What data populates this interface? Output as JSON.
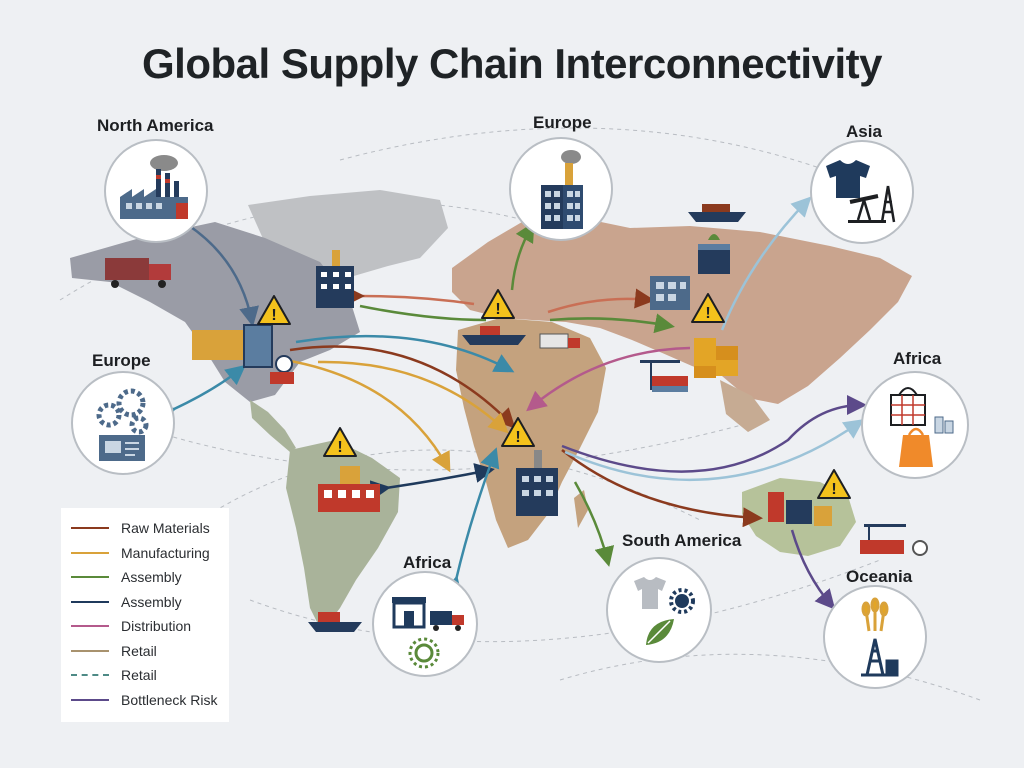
{
  "title": "Global Supply Chain Interconnectivity",
  "regions": {
    "north_america": "North America",
    "europe_top": "Europe",
    "asia": "Asia",
    "europe_left": "Europe",
    "africa_right": "Africa",
    "africa_bottom": "Africa",
    "south_america": "South America",
    "oceania": "Oceania"
  },
  "legend": [
    {
      "label": "Raw Materials",
      "color": "#8b3a1e",
      "style": "solid"
    },
    {
      "label": "Manufacturing",
      "color": "#d9a23a",
      "style": "solid"
    },
    {
      "label": "Assembly",
      "color": "#5a8a3a",
      "style": "solid"
    },
    {
      "label": "Assembly",
      "color": "#1f3a5c",
      "style": "solid"
    },
    {
      "label": "Distribution",
      "color": "#b45a8c",
      "style": "solid"
    },
    {
      "label": "Retail",
      "color": "#a8926e",
      "style": "solid"
    },
    {
      "label": "Retail",
      "color": "#4e8a86",
      "style": "dashed"
    },
    {
      "label": "Bottleneck Risk",
      "color": "#5c4a8a",
      "style": "solid"
    }
  ],
  "colors": {
    "north_america_land": "#9a9ca6",
    "south_america_land": "#a9b39a",
    "africa_land": "#c4a27e",
    "eurasia_land": "#c9a48e",
    "greenland_land": "#bfc1c4",
    "oceania_land": "#b6c29a",
    "warning": "#f4c21c"
  },
  "icons": [
    "factory-icon",
    "office-building-icon",
    "tshirt-icon",
    "oil-pump-icon",
    "gears-icon",
    "circuit-board-icon",
    "shopping-bag-icon",
    "store-icon",
    "truck-icon",
    "gear-flower-icon",
    "wheat-icon",
    "oil-derrick-icon",
    "leaf-icon",
    "cargo-ship-icon",
    "warning-icon",
    "container-crane-icon",
    "warehouse-icon"
  ]
}
